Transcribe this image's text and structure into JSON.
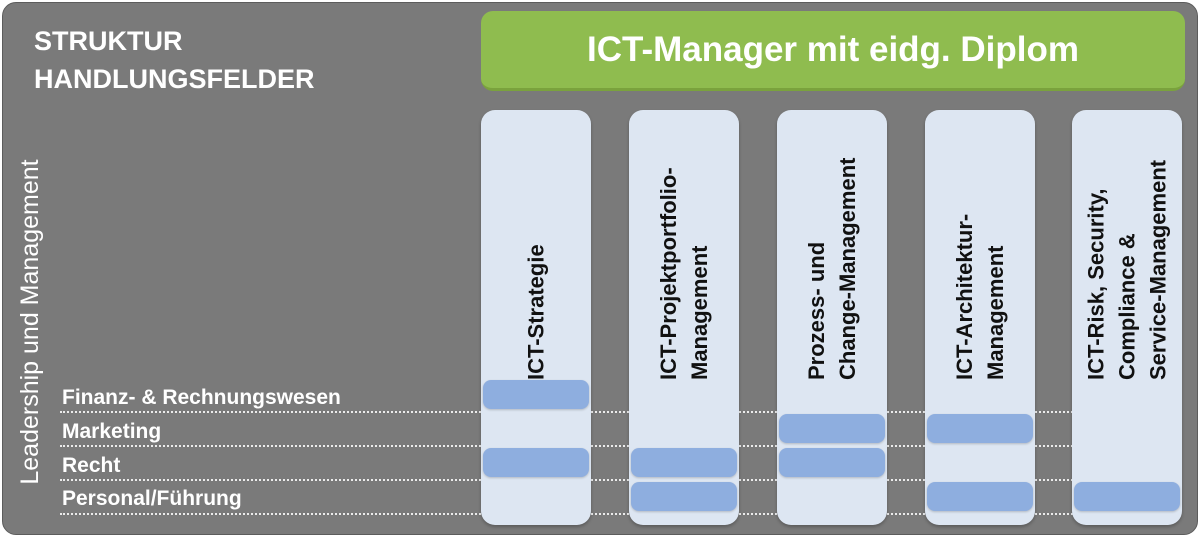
{
  "heading": {
    "line1": "STRUKTUR",
    "line2": "HANDLUNGSFELDER"
  },
  "banner": "ICT-Manager mit eidg. Diplom",
  "side_label": "Leadership und Management",
  "colors": {
    "panel": "#7a7a7a",
    "banner": "#8fbc4f",
    "column": "#dde6f2",
    "bar": "#8eaedf"
  },
  "columns": [
    {
      "lines": [
        "ICT-Strategie"
      ]
    },
    {
      "lines": [
        "ICT-Projektportfolio-",
        "Management"
      ]
    },
    {
      "lines": [
        "Prozess- und",
        "Change-Management"
      ]
    },
    {
      "lines": [
        "ICT-Architektur-",
        "Management"
      ]
    },
    {
      "lines": [
        "ICT-Risk, Security,",
        "Compliance &",
        "Service-Management"
      ]
    }
  ],
  "rows": [
    {
      "label": "Finanz- & Rechnungswesen"
    },
    {
      "label": "Marketing"
    },
    {
      "label": "Recht"
    },
    {
      "label": "Personal/Führung"
    }
  ],
  "matrix": [
    {
      "column": 0,
      "rows": [
        0,
        2
      ]
    },
    {
      "column": 1,
      "rows": [
        2,
        3
      ]
    },
    {
      "column": 2,
      "rows": [
        1,
        2
      ]
    },
    {
      "column": 3,
      "rows": [
        1,
        3
      ]
    },
    {
      "column": 4,
      "rows": [
        3
      ]
    }
  ]
}
